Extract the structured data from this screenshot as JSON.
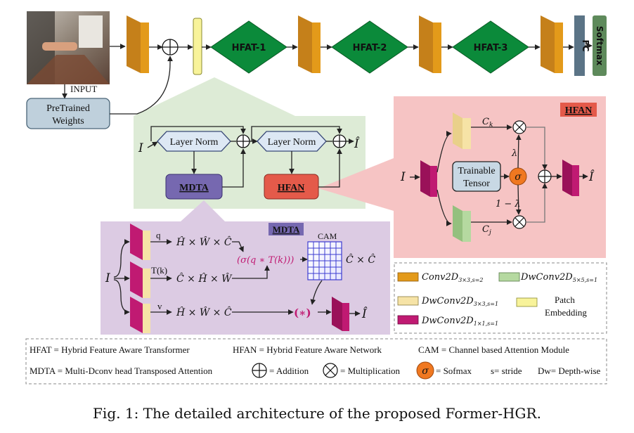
{
  "pipeline": {
    "input_label": "INPUT",
    "pretrained_label_line1": "PreTrained",
    "pretrained_label_line2": "Weights",
    "hfat_blocks": [
      "HFAT-1",
      "HFAT-2",
      "HFAT-3"
    ],
    "fc_label": "FC",
    "softmax_label": "Softmax"
  },
  "hfat_detail": {
    "input_symbol": "I",
    "output_symbol": "Î",
    "layer_norm_label": "Layer Norm",
    "mdta_label": "MDTA",
    "hfan_label": "HFAN"
  },
  "hfan_detail": {
    "title": "HFAN",
    "input_symbol": "I",
    "output_symbol": "Î",
    "trainable_line1": "Trainable",
    "trainable_line2": "Tensor",
    "sigma_symbol": "σ",
    "ck_label": "Ck",
    "cj_label": "Cj",
    "lambda_label": "λ",
    "one_minus_lambda_label": "1 − λ"
  },
  "mdta_detail": {
    "title": "MDTA",
    "input_symbol": "I",
    "output_symbol": "Î",
    "q_label": "q",
    "tk_label": "T(k)",
    "v_label": "v",
    "q_dims": "Ĥ × Ŵ × Ĉ",
    "k_dims": "Ĉ × Ĥ × Ŵ",
    "v_dims": "Ĥ × Ŵ × Ĉ",
    "attention_expr": "(σ(q ∗ T(k)))",
    "cam_label": "CAM",
    "cam_dims": "Ĉ × Ĉ",
    "star_op": "(∗)"
  },
  "legend": {
    "items": [
      {
        "label": "Conv2D",
        "sub": "3×3,s=2"
      },
      {
        "label": "DwConv2D",
        "sub": "5×5,s=1"
      },
      {
        "label": "DwConv2D",
        "sub": "3×3,s=1"
      },
      {
        "label": "Patch",
        "label2": "Embedding"
      },
      {
        "label": "DwConv2D",
        "sub": "1×1,s=1"
      }
    ]
  },
  "abbreviations": {
    "hfat": "HFAT = Hybrid Feature Aware Transformer",
    "hfan": "HFAN = Hybrid Feature Aware Network",
    "cam": "CAM = Channel based Attention Module",
    "mdta": "MDTA = Multi-Dconv head Transposed Attention",
    "addition": "= Addition",
    "multiplication": "= Multiplication",
    "sigma_symbol": "σ",
    "softmax": "= Sofmax",
    "stride": "s= stride",
    "depthwise": "Dw= Depth-wise"
  },
  "caption": "Fig. 1: The detailed architecture of the proposed Former-HGR.",
  "colors": {
    "conv_orange": "#E39A1A",
    "green_hfat": "#0B8A3A",
    "patch_yellow": "#F8F39A",
    "fc_blue": "#5B7486",
    "softmax_green": "#5E8A5B",
    "mdta_purple": "#7668B0",
    "hfan_red": "#E45A4A",
    "magenta": "#C01A72",
    "green_panel": "#DDEBD6",
    "pink_panel": "#F6C4C4",
    "lavender_panel": "#DCCBE3",
    "cam_blue": "#3C3CD0"
  }
}
